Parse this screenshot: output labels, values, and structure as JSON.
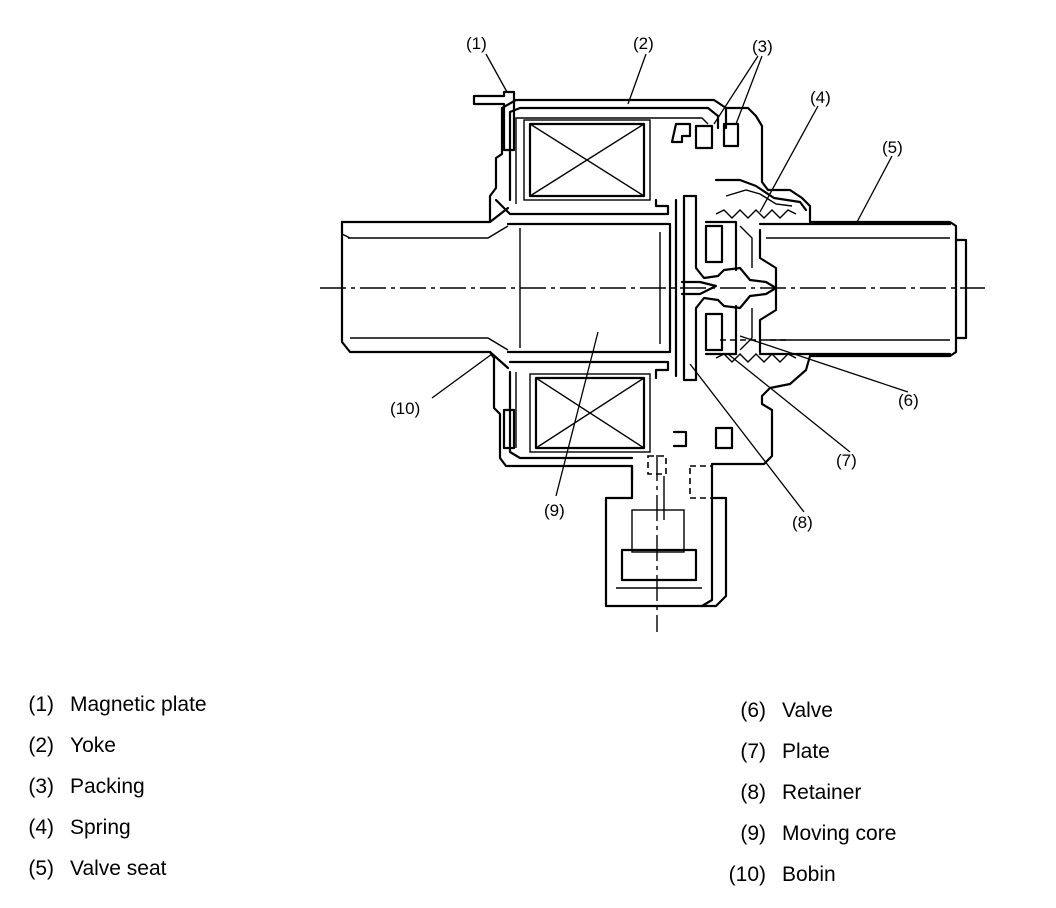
{
  "callouts": [
    "(1)",
    "(2)",
    "(3)",
    "(4)",
    "(5)",
    "(6)",
    "(7)",
    "(8)",
    "(9)",
    "(10)"
  ],
  "legend": {
    "left": [
      {
        "num": "(1)",
        "label": "Magnetic plate"
      },
      {
        "num": "(2)",
        "label": "Yoke"
      },
      {
        "num": "(3)",
        "label": "Packing"
      },
      {
        "num": "(4)",
        "label": "Spring"
      },
      {
        "num": "(5)",
        "label": "Valve seat"
      }
    ],
    "right": [
      {
        "num": "(6)",
        "label": "Valve"
      },
      {
        "num": "(7)",
        "label": "Plate"
      },
      {
        "num": "(8)",
        "label": "Retainer"
      },
      {
        "num": "(9)",
        "label": "Moving core"
      },
      {
        "num": "(10)",
        "label": "Bobin"
      }
    ]
  }
}
